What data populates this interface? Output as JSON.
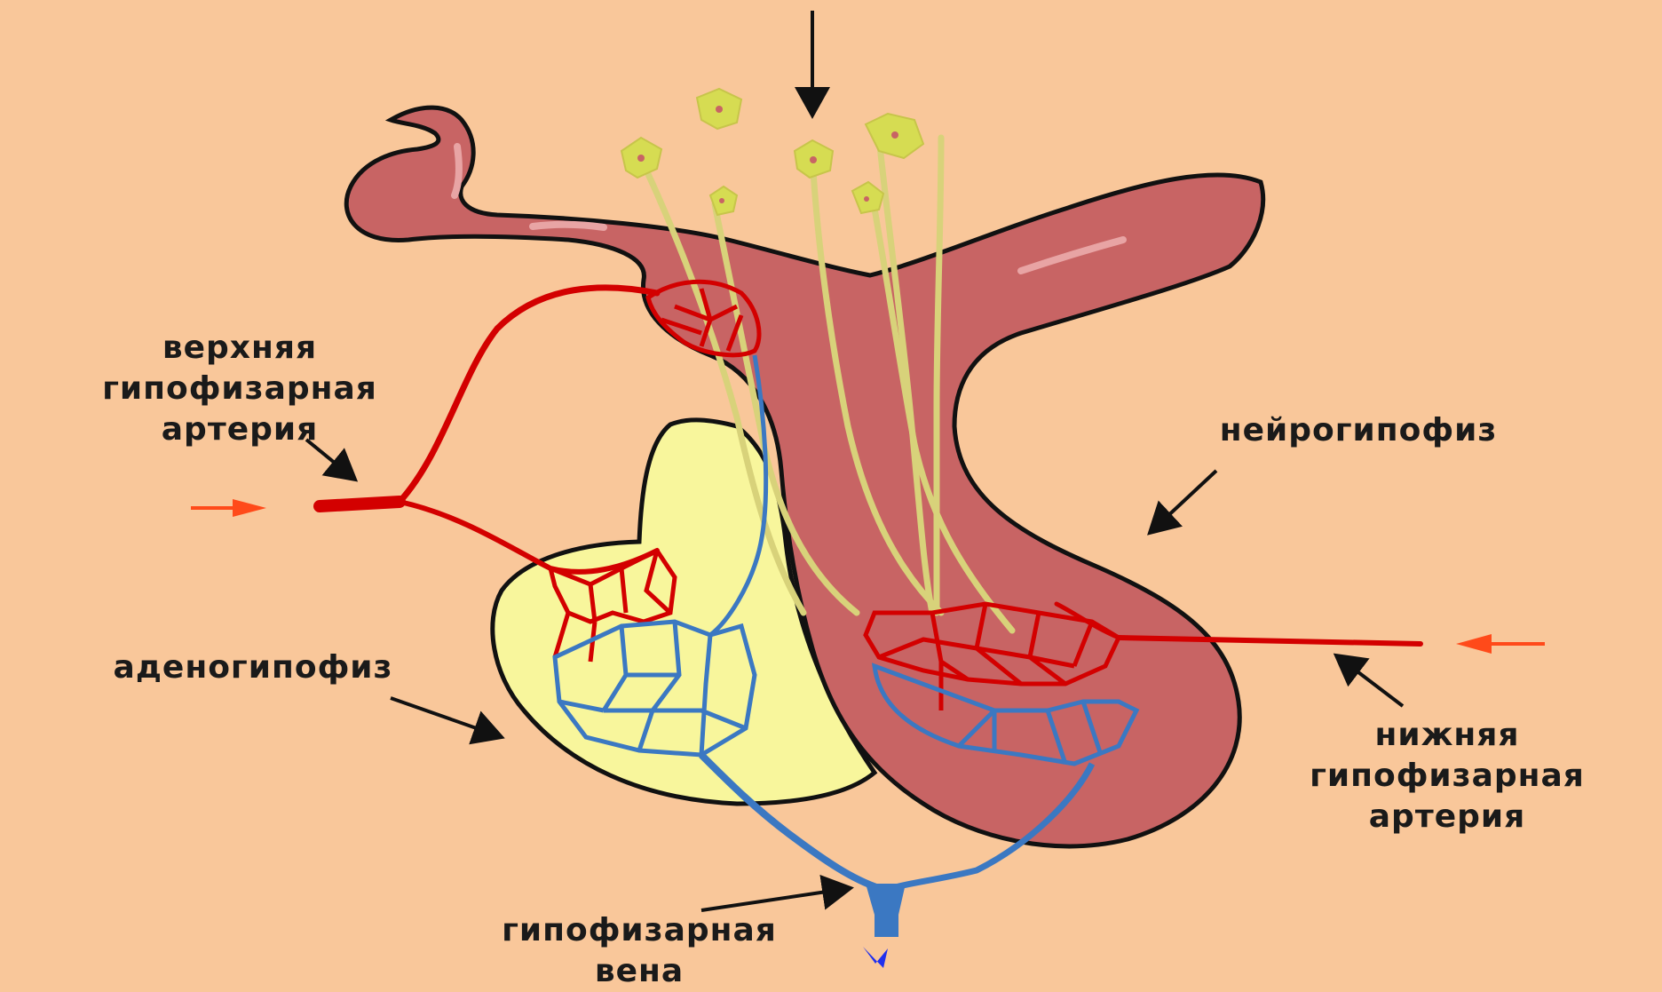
{
  "labels": {
    "superior_artery": [
      "верхняя",
      "гипофизарная",
      "артерия"
    ],
    "neurohypophysis": "нейрогипофиз",
    "adenohypophysis": "аденогипофиз",
    "inferior_artery": [
      "нижняя",
      "гипофизарная",
      "артерия"
    ],
    "pituitary_vein": [
      "гипофизарная",
      "вена"
    ]
  },
  "colors": {
    "background": "#f9c79a",
    "neural_tissue": "#c86464",
    "adenohypophysis": "#f8f69c",
    "artery": "#d30000",
    "vein": "#3b78c2",
    "neuron": "#d6dc52",
    "arrow": "#111111",
    "flow_arrow": "#ff4a1a",
    "vein_flow_arrow": "#2030ee"
  }
}
